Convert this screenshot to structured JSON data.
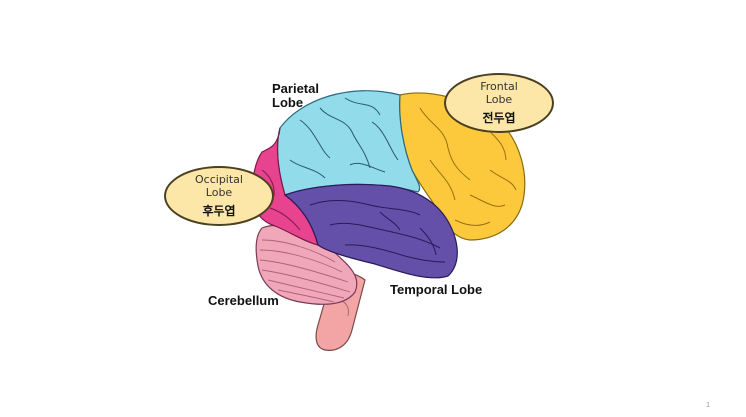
{
  "labels": {
    "parietal": "Parietal\nLobe",
    "cerebellum": "Cerebellum",
    "temporal": "Temporal Lobe"
  },
  "callouts": {
    "frontal": {
      "english": "Frontal\nLobe",
      "korean": "전두엽"
    },
    "occipital": {
      "english": "Occipital\nLobe",
      "korean": "후두엽"
    }
  },
  "page_number": "1",
  "colors": {
    "frontal": "#fcc93d",
    "parietal": "#92dbeb",
    "occipital": "#e8438f",
    "temporal": "#6450a8",
    "cerebellum": "#f1a7ba",
    "brainstem": "#f3a5a5",
    "callout_fill": "#fde7a8",
    "callout_border": "#4b4020"
  }
}
